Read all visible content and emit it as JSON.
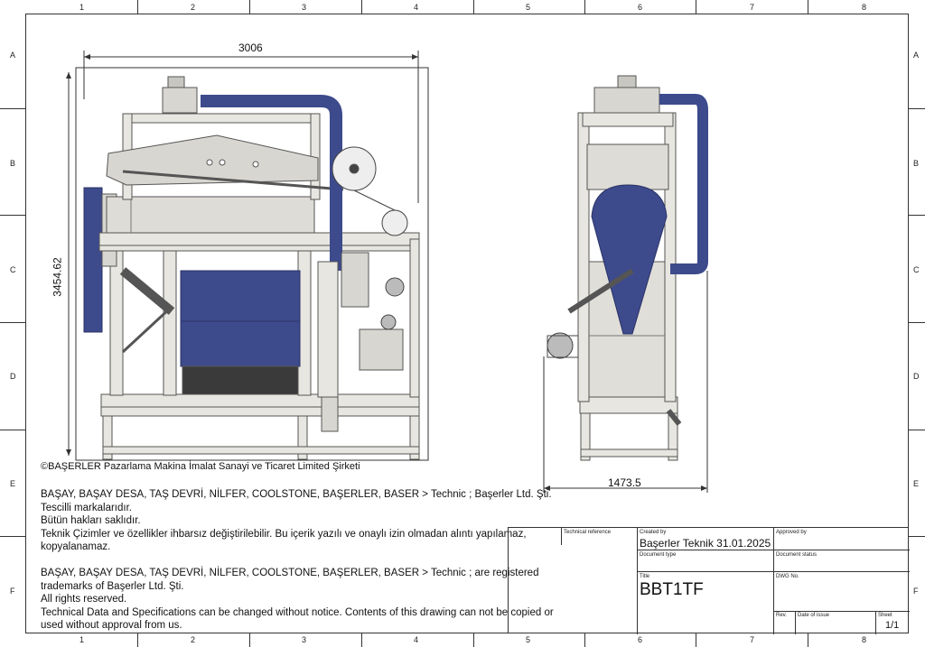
{
  "border": {
    "columns": [
      "1",
      "2",
      "3",
      "4",
      "5",
      "6",
      "7",
      "8"
    ],
    "rows": [
      "A",
      "B",
      "C",
      "D",
      "E",
      "F"
    ]
  },
  "dimensions": {
    "width_side": "3006",
    "height_side": "3454.62",
    "width_front": "1473.5"
  },
  "copyright": "©BAŞERLER Pazarlama Makina İmalat Sanayi ve Ticaret Limited Şirketi",
  "notes": [
    "BAŞAY, BAŞAY DESA, TAŞ DEVRİ, NİLFER, COOLSTONE, BAŞERLER, BASER > Technic ; Başerler Ltd. Şti.",
    "Tescilli markalarıdır.",
    "Bütün hakları saklıdır.",
    "Teknik Çizimler ve özellikler ihbarsız değiştirilebilir. Bu içerik yazılı ve onaylı izin olmadan alıntı yapılamaz,",
    "kopyalanamaz.",
    "",
    "BAŞAY, BAŞAY DESA, TAŞ DEVRİ, NİLFER, COOLSTONE, BAŞERLER, BASER > Technic ; are registered",
    "trademarks of Başerler Ltd. Şti.",
    "All rights reserved.",
    "Technical Data and Specifications can be changed without notice. Contents of this drawing can not be copied or",
    "used without approval from us."
  ],
  "title_block": {
    "technical_reference_label": "Technical reference",
    "created_by_label": "Created by",
    "created_by_value": "Başerler Teknik 31.01.2025",
    "approved_by_label": "Approved by",
    "document_type_label": "Document type",
    "document_status_label": "Document status",
    "title_label": "Title",
    "title_value": "BBT1TF",
    "dwg_no_label": "DWG No.",
    "rev_label": "Rev.",
    "date_of_issue_label": "Date of issue",
    "sheet_label": "Sheet",
    "sheet_value": "1/1"
  },
  "colors": {
    "machine_body": "#e8e6e0",
    "machine_edge": "#555555",
    "blue_parts": "#3d4a8c",
    "dark_parts": "#3a3a3a"
  }
}
